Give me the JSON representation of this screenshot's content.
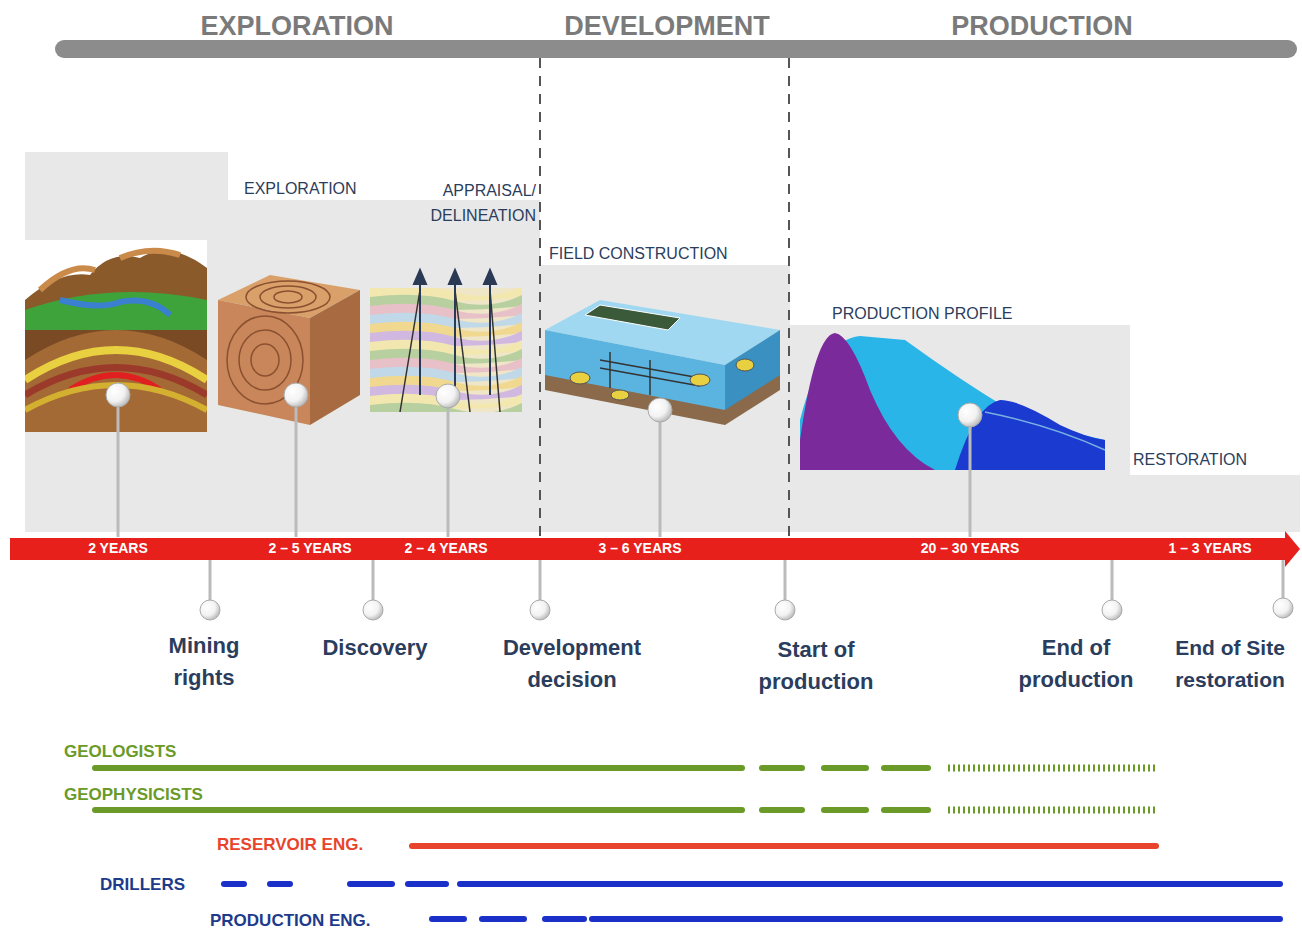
{
  "diagram": {
    "labels": [
      "EXPLORATION",
      "DEVELOPMENT",
      "PRODUCTION",
      "EXPLORATION",
      "APPRAISAL/ DELINEATION",
      "FIELD CONSTRUCTION",
      "PRODUCTION PROFILE",
      "RESTORATION",
      "2 YEARS",
      "2 – 5 YEARS",
      "2 – 4 YEARS",
      "3 – 6 YEARS",
      "20 – 30 YEARS",
      "1 – 3 YEARS",
      "Mining rights",
      "Discovery",
      "Development decision",
      "Start of production",
      "End of production",
      "End of Site restoration",
      "GEOLOGISTS",
      "GEOPHYSICISTS",
      "RESERVOIR ENG.",
      "DRILLERS",
      "PRODUCTION ENG."
    ]
  }
}
